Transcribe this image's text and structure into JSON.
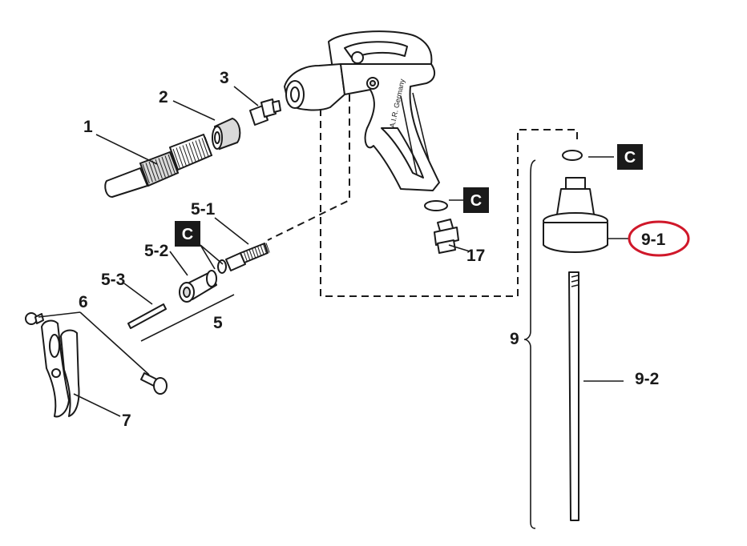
{
  "labels": {
    "p1": "1",
    "p2": "2",
    "p3": "3",
    "p5": "5",
    "p5_1": "5-1",
    "p5_2": "5-2",
    "p5_3": "5-3",
    "p6": "6",
    "p7": "7",
    "p9": "9",
    "p9_1": "9-1",
    "p9_2": "9-2",
    "p17": "17"
  },
  "c_badges": [
    "C",
    "C",
    "C"
  ],
  "gun_text": "A.I.R. Germany",
  "colors": {
    "highlight_circle": "#d0182a",
    "badge_bg": "#1a1a1a",
    "line": "#1a1a1a"
  }
}
